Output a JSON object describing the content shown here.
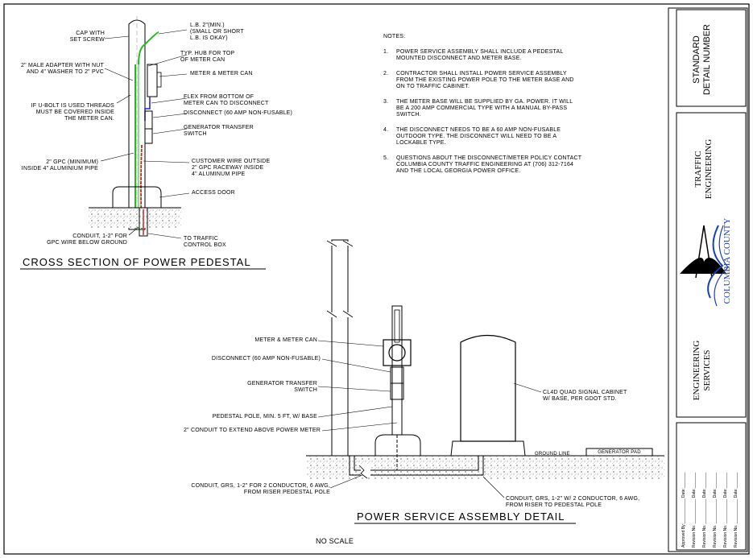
{
  "labels": {
    "cap_with_set_screw": "CAP WITH\nSET SCREW",
    "lb_2in": "L.B. 2\"(MIN.)\n(SMALL OR SHORT\nL.B. IS OKAY)",
    "typ_hub": "TYP. HUB FOR TOP\nOF METER CAN",
    "male_adapter": "2\" MALE ADAPTER WITH NUT\nAND 4\" WASHER TO 2\" PVC",
    "meter_and_can_top": "METER & METER CAN",
    "flex_from_bottom": "FLEX FROM BOTTOM OF\nMETER CAN TO DISCONNECT",
    "u_bolt": "IF U-BOLT IS USED THREADS\nMUST BE COVERED INSIDE\nTHE METER CAN.",
    "disconnect_top": "DISCONNECT (60 AMP NON-FUSABLE)",
    "gen_transfer_top": "GENERATOR TRANSFER\nSWITCH",
    "gpc_2in": "2\" GPC (MINIMUM)\nINSIDE 4\" ALUMINIUM PIPE",
    "customer_wire": "CUSTOMER WIRE OUTSIDE\n2\" GPC RACEWAY INSIDE\n4\" ALUMINUM PIPE",
    "access_door": "ACCESS DOOR",
    "conduit_gpc": "CONDUIT, 1-2\" FOR\nGPC WIRE BELOW GROUND",
    "to_traffic_box": "TO TRAFFIC\nCONTROL BOX",
    "meter_and_can_bottom": "METER & METER CAN",
    "disconnect_bottom": "DISCONNECT (60 AMP NON-FUSABLE)",
    "gen_transfer_bottom": "GENERATOR TRANSFER\nSWITCH",
    "pedestal_pole": "PEDESTAL POLE, MIN. 5 FT, W/ BASE",
    "conduit_extend": "2\" CONDUIT TO EXTEND ABOVE POWER METER",
    "cl4d_cabinet": "CL4D QUAD SIGNAL CABINET\nW/ BASE, PER GDOT STD.",
    "ground_line": "GROUND LINE",
    "generator_pad": "GENERATOR PAD",
    "conduit_grs_left": "CONDUIT, GRS, 1-2\" FOR 2 CONDUCTOR, 6 AWG,\nFROM RISER PEDESTAL POLE",
    "conduit_grs_right": "CONDUIT, GRS, 1-2\" W/ 2 CONDUCTOR, 6 AWG,\nFROM RISER TO PEDESTAL POLE"
  },
  "titles": {
    "cross_section": "CROSS SECTION OF POWER PEDESTAL",
    "assembly_detail": "POWER SERVICE ASSEMBLY DETAIL",
    "no_scale": "NO SCALE"
  },
  "notes": {
    "heading": "NOTES:",
    "items": [
      {
        "num": "1.",
        "text": "POWER SERVICE ASSEMBLY SHALL INCLUDE A PEDESTAL\nMOUNTED DISCONNECT AND METER BASE."
      },
      {
        "num": "2.",
        "text": "CONTRACTOR SHALL INSTALL POWER SERVICE ASSEMBLY\nFROM THE EXISTING POWER POLE TO THE METER BASE AND\nON TO TRAFFIC CABINET."
      },
      {
        "num": "3.",
        "text": "THE METER BASE WILL BE SUPPLIED BY GA. POWER. IT WILL\nBE A 200 AMP COMMERCIAL TYPE WITH A MANUAL BY-PASS\nSWITCH."
      },
      {
        "num": "4.",
        "text": "THE DISCONNECT NEEDS TO BE A 60 AMP NON-FUSABLE\nOUTDOOR TYPE. THE DISCONNECT WILL NEED TO BE A\nLOCKABLE TYPE."
      },
      {
        "num": "5.",
        "text": "QUESTIONS ABOUT THE DISCONNECT/METER POLICY CONTACT\nCOLUMBIA COUNTY TRAFFIC ENGINEERING AT (706) 312-7164\nAND THE LOCAL GEORGIA POWER OFFICE."
      }
    ]
  },
  "title_block": {
    "standard_detail": "STANDARD\nDETAIL NUMBER",
    "traffic_engineering": "TRAFFIC\nENGINEERING",
    "columbia_county": "COLUMBIA COUNTY",
    "engineering_services": "ENGINEERING\nSERVICES",
    "revision_rows": [
      "Approved By:___________ Date:_______",
      "Revision No. ___________ Date:_______",
      "Revision No. ___________ Date:_______",
      "Revision No. ___________ Date:_______",
      "Revision No. ___________ Date:_______",
      "Revision No. ___________ Date:_______"
    ]
  },
  "colors": {
    "green_wire": "#22bb22",
    "red_wire": "#cc2222",
    "blue_flex": "#2222cc",
    "county_blue": "#1a3fb0"
  }
}
